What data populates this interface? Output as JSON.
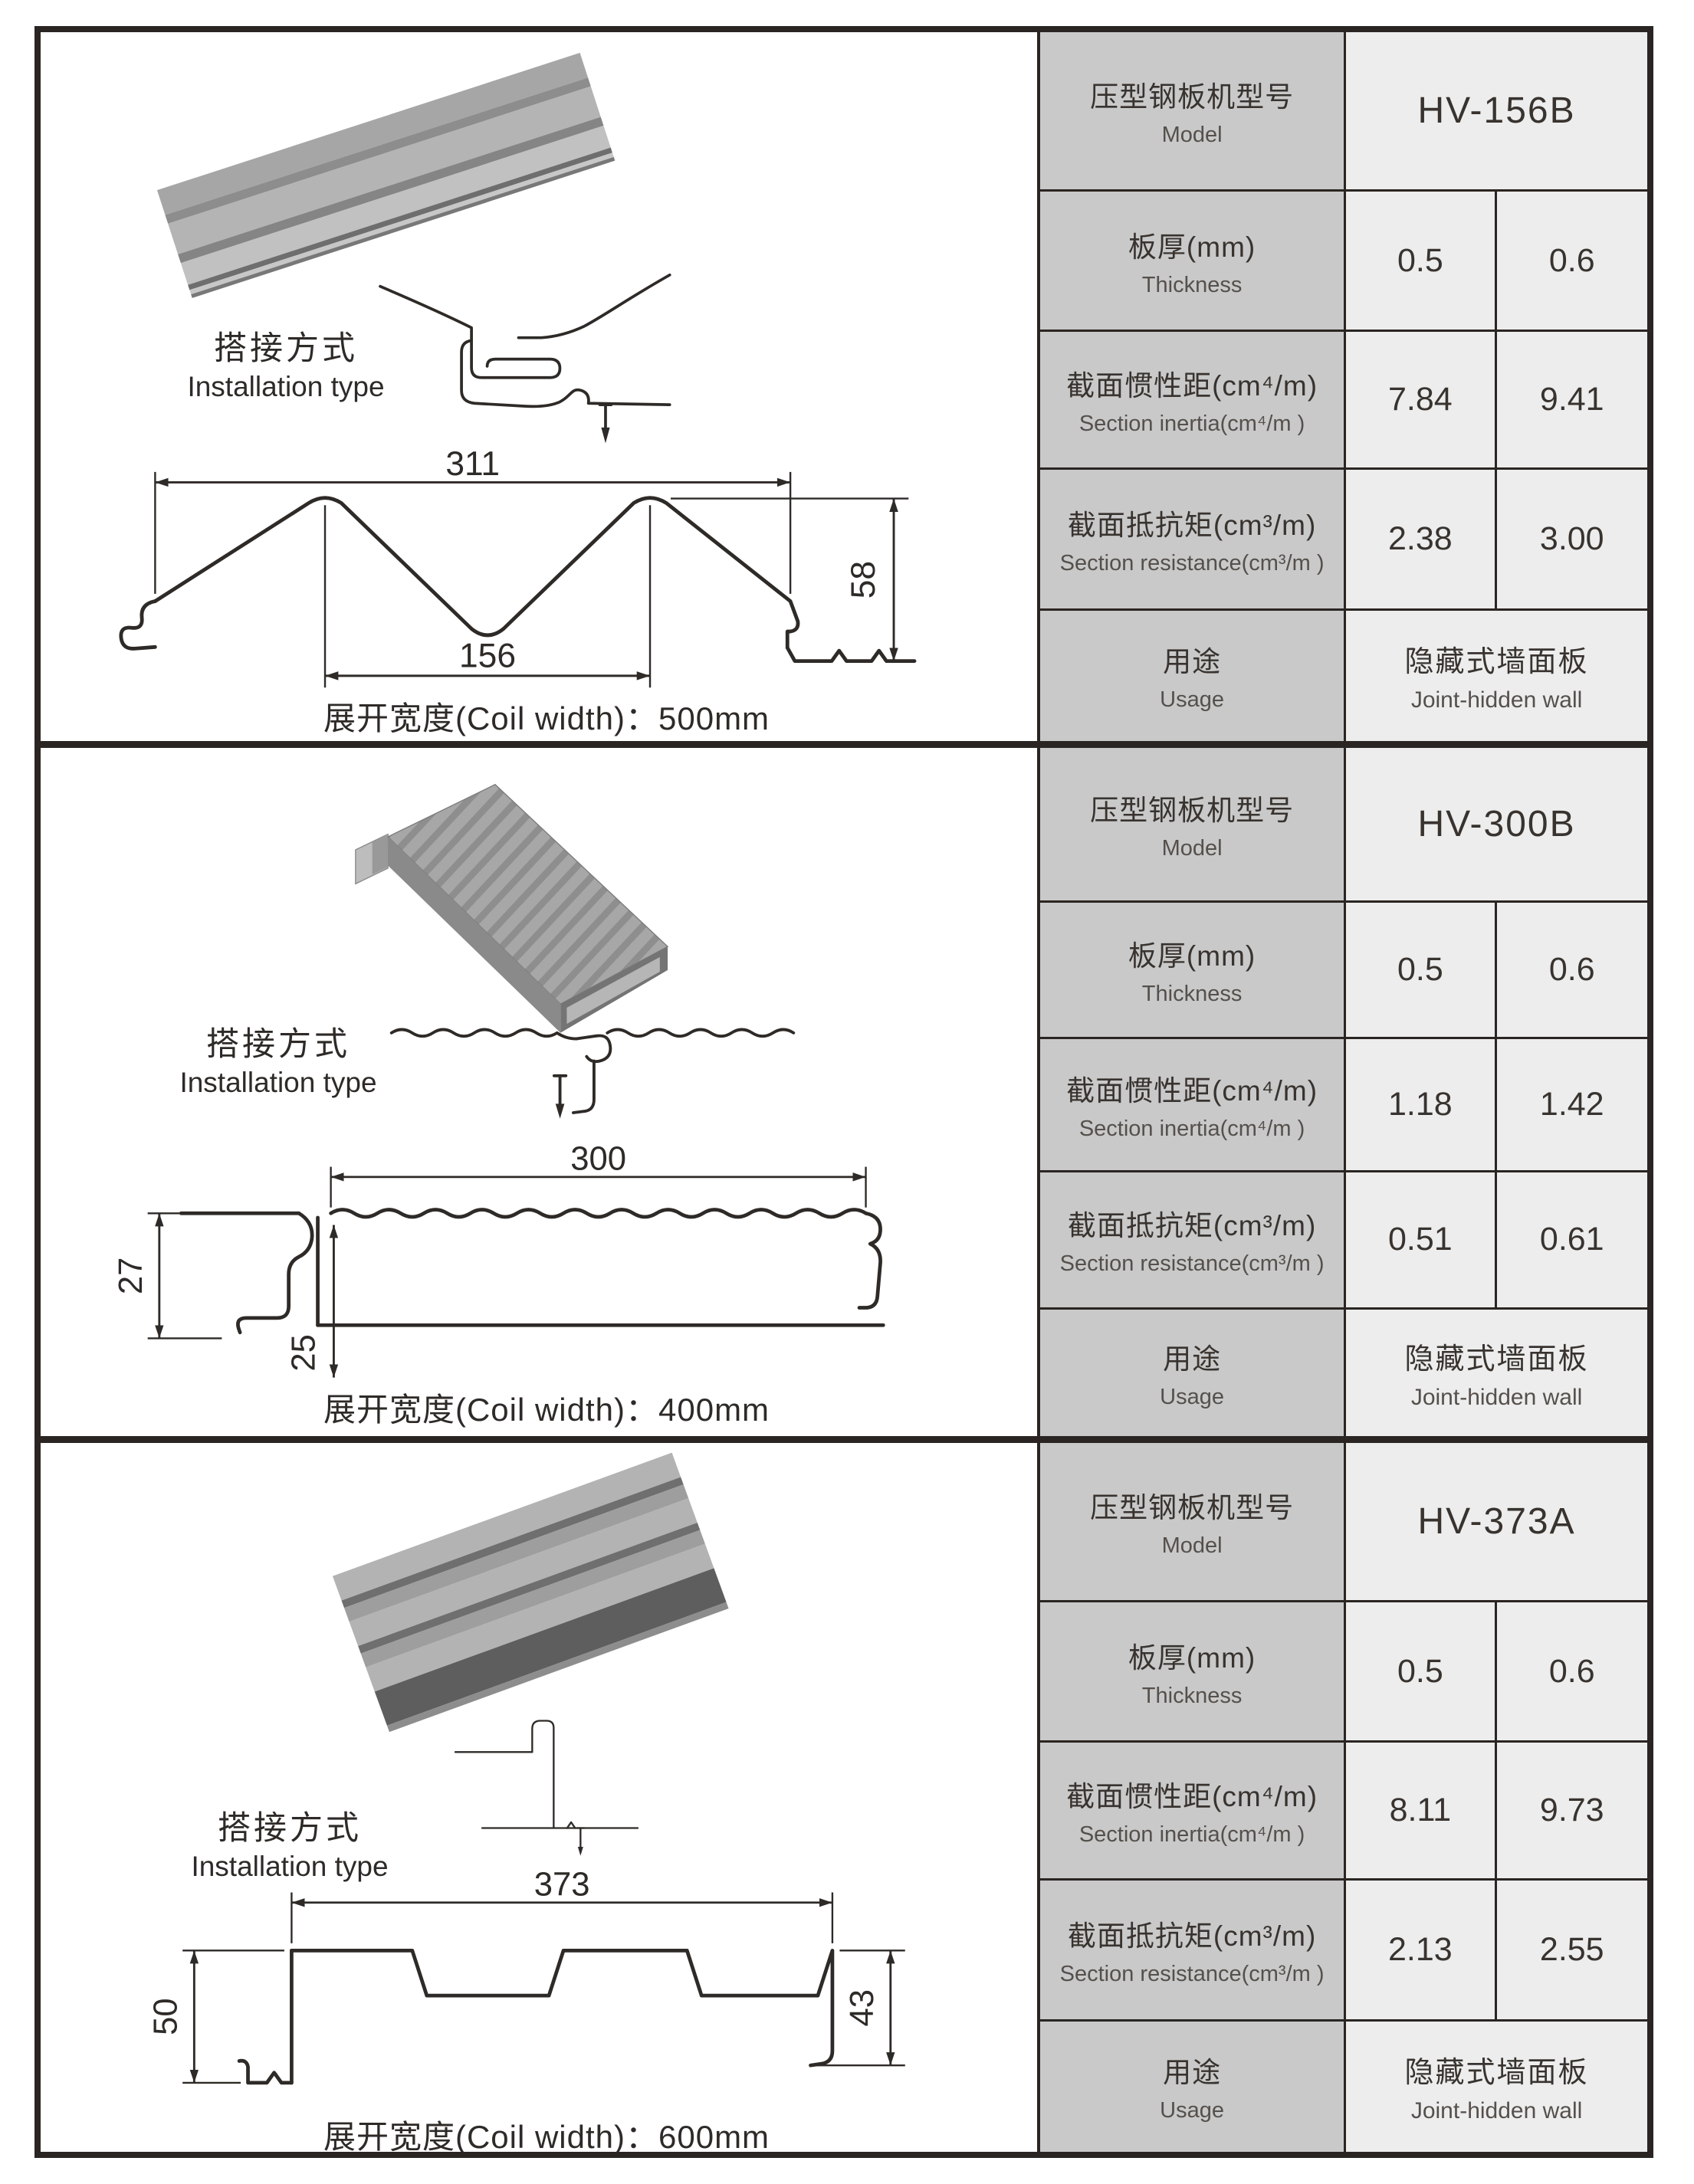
{
  "table_labels": {
    "model_cn": "压型钢板机型号",
    "model_en": "Model",
    "thickness_cn": "板厚(mm)",
    "thickness_en": "Thickness",
    "inertia_cn": "截面惯性距(cm⁴/m)",
    "inertia_en": "Section inertia(cm⁴/m )",
    "resistance_cn": "截面抵抗矩(cm³/m)",
    "resistance_en": "Section resistance(cm³/m )",
    "usage_cn": "用途",
    "usage_en": "Usage"
  },
  "sections": [
    {
      "model": "HV-156B",
      "thickness": [
        "0.5",
        "0.6"
      ],
      "inertia": [
        "7.84",
        "9.41"
      ],
      "resistance": [
        "2.38",
        "3.00"
      ],
      "usage_cn": "隐藏式墙面板",
      "usage_en": "Joint-hidden wall",
      "installation_cn": "搭接方式",
      "installation_en": "Installation type",
      "coil_width": "展开宽度(Coil width)：500mm",
      "dims": {
        "width": "311",
        "pitch": "156",
        "height": "58"
      }
    },
    {
      "model": "HV-300B",
      "thickness": [
        "0.5",
        "0.6"
      ],
      "inertia": [
        "1.18",
        "1.42"
      ],
      "resistance": [
        "0.51",
        "0.61"
      ],
      "usage_cn": "隐藏式墙面板",
      "usage_en": "Joint-hidden wall",
      "installation_cn": "搭接方式",
      "installation_en": "Installation type",
      "coil_width": "展开宽度(Coil width)：400mm",
      "dims": {
        "width": "300",
        "left_height": "27",
        "inner_height": "25"
      }
    },
    {
      "model": "HV-373A",
      "thickness": [
        "0.5",
        "0.6"
      ],
      "inertia": [
        "8.11",
        "9.73"
      ],
      "resistance": [
        "2.13",
        "2.55"
      ],
      "usage_cn": "隐藏式墙面板",
      "usage_en": "Joint-hidden wall",
      "installation_cn": "搭接方式",
      "installation_en": "Installation type",
      "coil_width": "展开宽度(Coil width)：600mm",
      "dims": {
        "width": "373",
        "left_height": "50",
        "right_height": "43"
      }
    }
  ],
  "colors": {
    "frame_border": "#2a2522",
    "label_cell_bg": "#c9c9c9",
    "value_cell_bg": "#ededed",
    "line": "#2e2a27",
    "panel_gray": "#a8a8a8"
  }
}
